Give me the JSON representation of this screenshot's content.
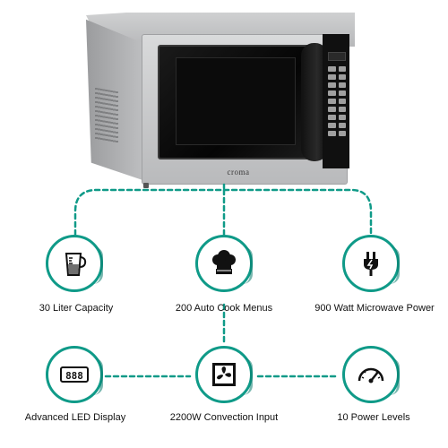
{
  "product": {
    "brand": "croma"
  },
  "accent_color": "#0f9a88",
  "features": [
    {
      "label": "30 Liter Capacity",
      "icon": "measuring-jug-icon"
    },
    {
      "label": "200 Auto Cook Menus",
      "icon": "chef-hat-icon"
    },
    {
      "label": "900 Watt Microwave Power",
      "icon": "power-plug-icon"
    },
    {
      "label": "Advanced LED Display",
      "icon": "led-display-icon"
    },
    {
      "label": "2200W Convection Input",
      "icon": "convection-fan-icon"
    },
    {
      "label": "10 Power Levels",
      "icon": "gauge-icon"
    }
  ]
}
